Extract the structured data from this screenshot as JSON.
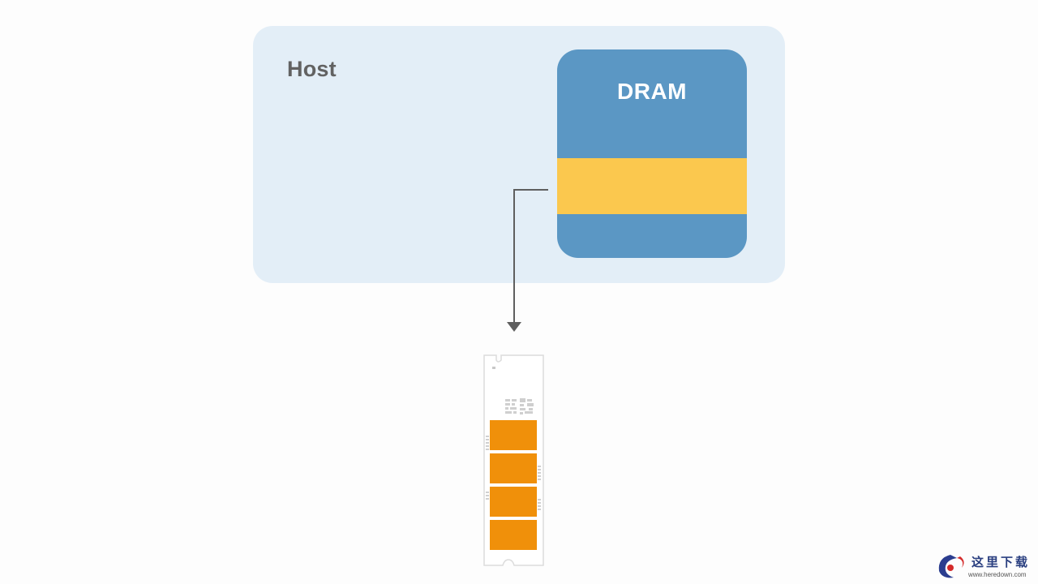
{
  "host": {
    "label": "Host"
  },
  "dram": {
    "label": "DRAM"
  },
  "colors": {
    "host_bg": "#e3eef7",
    "dram_bg": "#5b97c4",
    "dram_band": "#fbc84e",
    "ssd_chip": "#f0900a",
    "arrow": "#5f5f5f"
  },
  "icons": [
    "ssd-m2-drive-icon",
    "arrow-down-icon"
  ],
  "watermark": {
    "text": "这里下载",
    "url": "www.heredown.com"
  }
}
